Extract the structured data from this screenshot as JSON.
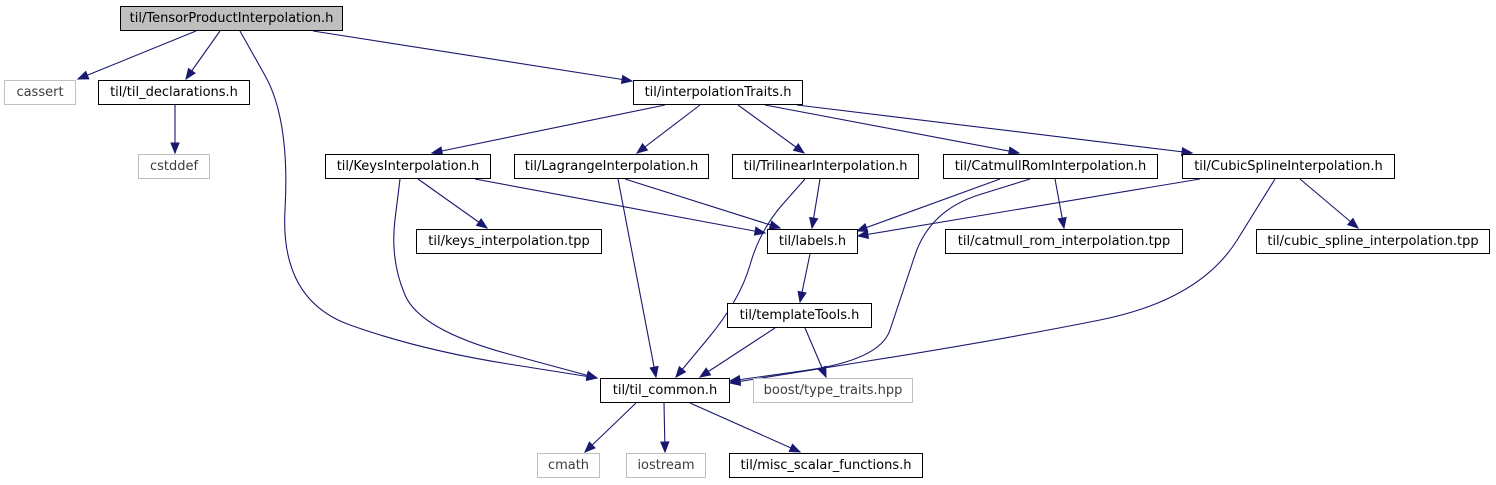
{
  "diagram": {
    "nodes": [
      {
        "id": "root",
        "label": "til/TensorProductInterpolation.h",
        "kind": "root"
      },
      {
        "id": "cassert",
        "label": "cassert",
        "kind": "system"
      },
      {
        "id": "til_decl",
        "label": "til/til_declarations.h",
        "kind": "file"
      },
      {
        "id": "interp_traits",
        "label": "til/interpolationTraits.h",
        "kind": "file"
      },
      {
        "id": "cstddef",
        "label": "cstddef",
        "kind": "system"
      },
      {
        "id": "keys",
        "label": "til/KeysInterpolation.h",
        "kind": "file"
      },
      {
        "id": "lagrange",
        "label": "til/LagrangeInterpolation.h",
        "kind": "file"
      },
      {
        "id": "trilinear",
        "label": "til/TrilinearInterpolation.h",
        "kind": "file"
      },
      {
        "id": "catmull",
        "label": "til/CatmullRomInterpolation.h",
        "kind": "file"
      },
      {
        "id": "cubic",
        "label": "til/CubicSplineInterpolation.h",
        "kind": "file"
      },
      {
        "id": "keys_tpp",
        "label": "til/keys_interpolation.tpp",
        "kind": "file"
      },
      {
        "id": "labels",
        "label": "til/labels.h",
        "kind": "file"
      },
      {
        "id": "catmull_tpp",
        "label": "til/catmull_rom_interpolation.tpp",
        "kind": "file"
      },
      {
        "id": "cubic_tpp",
        "label": "til/cubic_spline_interpolation.tpp",
        "kind": "file"
      },
      {
        "id": "template_tools",
        "label": "til/templateTools.h",
        "kind": "file"
      },
      {
        "id": "til_common",
        "label": "til/til_common.h",
        "kind": "file"
      },
      {
        "id": "boost",
        "label": "boost/type_traits.hpp",
        "kind": "system"
      },
      {
        "id": "cmath",
        "label": "cmath",
        "kind": "system"
      },
      {
        "id": "iostream",
        "label": "iostream",
        "kind": "system"
      },
      {
        "id": "misc",
        "label": "til/misc_scalar_functions.h",
        "kind": "file"
      }
    ],
    "edges": [
      [
        "root",
        "cassert"
      ],
      [
        "root",
        "til_decl"
      ],
      [
        "root",
        "interp_traits"
      ],
      [
        "root",
        "til_common"
      ],
      [
        "til_decl",
        "cstddef"
      ],
      [
        "interp_traits",
        "keys"
      ],
      [
        "interp_traits",
        "lagrange"
      ],
      [
        "interp_traits",
        "trilinear"
      ],
      [
        "interp_traits",
        "catmull"
      ],
      [
        "interp_traits",
        "cubic"
      ],
      [
        "keys",
        "keys_tpp"
      ],
      [
        "keys",
        "labels"
      ],
      [
        "keys",
        "til_common"
      ],
      [
        "lagrange",
        "labels"
      ],
      [
        "lagrange",
        "til_common"
      ],
      [
        "trilinear",
        "labels"
      ],
      [
        "trilinear",
        "til_common"
      ],
      [
        "catmull",
        "labels"
      ],
      [
        "catmull",
        "catmull_tpp"
      ],
      [
        "catmull",
        "til_common"
      ],
      [
        "cubic",
        "labels"
      ],
      [
        "cubic",
        "cubic_tpp"
      ],
      [
        "cubic",
        "til_common"
      ],
      [
        "labels",
        "template_tools"
      ],
      [
        "template_tools",
        "til_common"
      ],
      [
        "template_tools",
        "boost"
      ],
      [
        "til_common",
        "cmath"
      ],
      [
        "til_common",
        "iostream"
      ],
      [
        "til_common",
        "misc"
      ]
    ],
    "colors": {
      "edge": "#191970",
      "node_border": "#000000",
      "root_fill": "#bfbfbf",
      "system_border": "#bfbfbf",
      "system_text": "#3d3d3d"
    }
  }
}
